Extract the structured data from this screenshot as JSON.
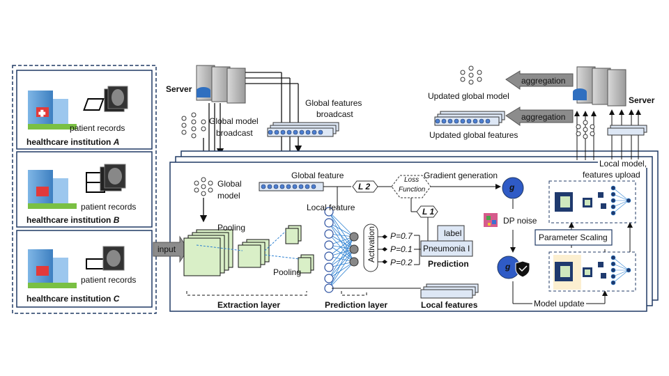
{
  "institutions": [
    {
      "name": "healthcare institution ",
      "letter": "A",
      "records": "patient records"
    },
    {
      "name": "healthcare institution ",
      "letter": "B",
      "records": "patient records"
    },
    {
      "name": "healthcare institution ",
      "letter": "C",
      "records": "patient records"
    }
  ],
  "server_left": {
    "label": "Server"
  },
  "server_right": {
    "label": "Server"
  },
  "broadcast": {
    "global_model": "Global model",
    "global_model_2": "broadcast",
    "global_features": "Global features",
    "global_features_2": "broadcast"
  },
  "local": {
    "global_model": "Global",
    "global_model_2": "model",
    "global_feature": "Global feature",
    "local_feature": "Local feature",
    "pooling_1": "Pooling",
    "pooling_2": "Pooling",
    "input": "input",
    "activation": "Activation",
    "probs": [
      "P=0.7",
      "P=0.1",
      "P=0.2"
    ],
    "l2": "L 2",
    "l1": "L 1",
    "loss_function_1": "Loss",
    "loss_function_2": "Function",
    "gradient_generation": "Gradient generation",
    "label": "label",
    "pneumonia": "Pneumonia I",
    "prediction": "Prediction",
    "g": "g",
    "dp_noise": "DP noise",
    "extraction_layer": "Extraction layer",
    "prediction_layer": "Prediction layer",
    "local_features": "Local features",
    "parameter_scaling": "Parameter Scaling",
    "model_update": "Model update",
    "upload_1": "Local model,",
    "upload_2": "features upload"
  },
  "top_right": {
    "aggregation_1": "aggregation",
    "aggregation_2": "aggregation",
    "updated_model": "Updated global model",
    "updated_features": "Updated global features"
  },
  "colors": {
    "frame": "#1f3864",
    "node_blue": "#2a4fa0",
    "feature_green": "#d9efc7",
    "panel_yellow": "#fcefd0",
    "arrow_gray": "#8c8c8c"
  }
}
